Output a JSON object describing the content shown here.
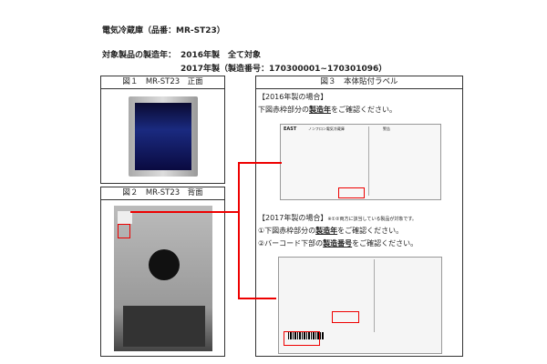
{
  "header": {
    "title": "電気冷蔵庫（品番：MR-ST23）",
    "target_label": "対象製品の製造年：",
    "line1": "2016年製　全て対象",
    "line2": "2017年製（製造番号：170300001~170301096）"
  },
  "fig1": {
    "caption": "図１　MR-ST23　正面"
  },
  "fig2": {
    "caption": "図２　MR-ST23　背面"
  },
  "fig3": {
    "caption": "図３　本体貼付ラベル",
    "case2016": "【2016年製の場合】",
    "inst2016_pre": "下図赤枠部分の",
    "inst2016_key": "製造年",
    "inst2016_post": "をご確認ください。",
    "case2017": "【2017年製の場合】",
    "note2017": "※①②両方に該当している製品が対象です。",
    "inst1_pre": "①下図赤枠部分の",
    "inst1_key": "製造年",
    "inst1_post": "をご確認ください。",
    "inst2_pre": "②バーコード下部の",
    "inst2_key": "製造番号",
    "inst2_post": "をご確認ください。",
    "label_brand": "EAST",
    "label_title": "ノンフロン電気冷蔵庫",
    "label_warning": "警告"
  },
  "colors": {
    "highlight": "#e00000"
  }
}
